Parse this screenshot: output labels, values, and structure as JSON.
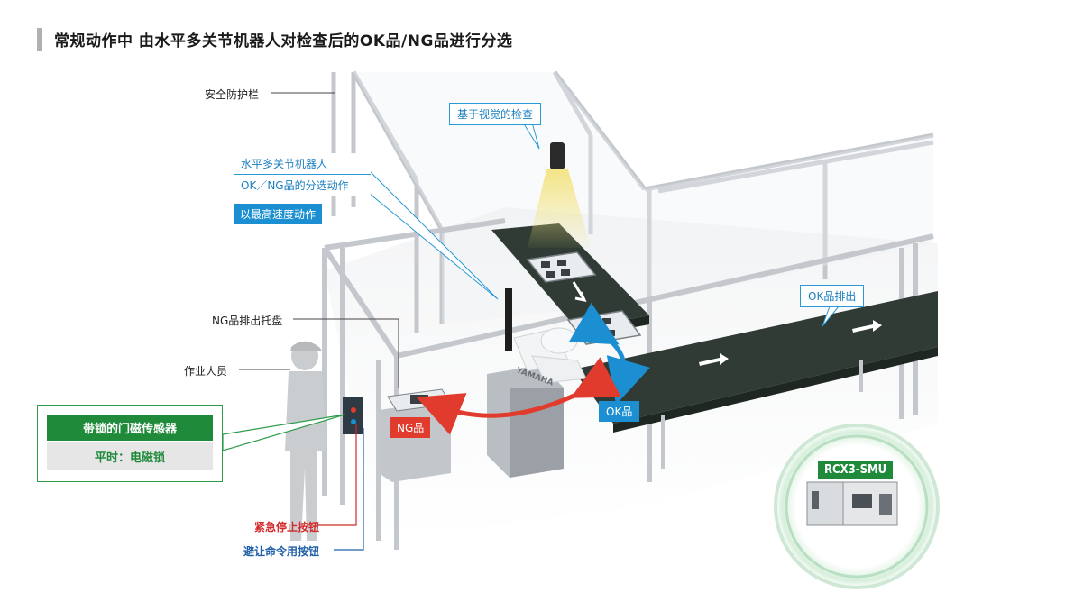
{
  "page": {
    "title": "常规动作中 由水平多关节机器人对检查后的OK品/NG品进行分选"
  },
  "labels": {
    "safety_fence": "安全防护栏",
    "vision_inspection": "基于视觉的检查",
    "robot_line1": "水平多关节机器人",
    "robot_line2": "OK／NG品的分选动作",
    "robot_badge": "以最高速度动作",
    "ng_tray": "NG品排出托盘",
    "operator": "作业人员",
    "ok_output": "OK品排出",
    "ng_tag": "NG品",
    "ok_tag": "OK品",
    "door_sensor_title": "带锁的门磁传感器",
    "door_sensor_sub": "平时：电磁锁",
    "emergency_stop": "紧急停止按钮",
    "evacuate_button": "避让命令用按钮",
    "controller": "RCX3-SMU",
    "robot_brand": "YAMAHA"
  },
  "colors": {
    "accent_blue": "#1b8fd1",
    "accent_green": "#1e8a3a",
    "accent_red": "#e03b2c",
    "conveyor": "#2f3b34",
    "frame": "#c8ccd0"
  }
}
